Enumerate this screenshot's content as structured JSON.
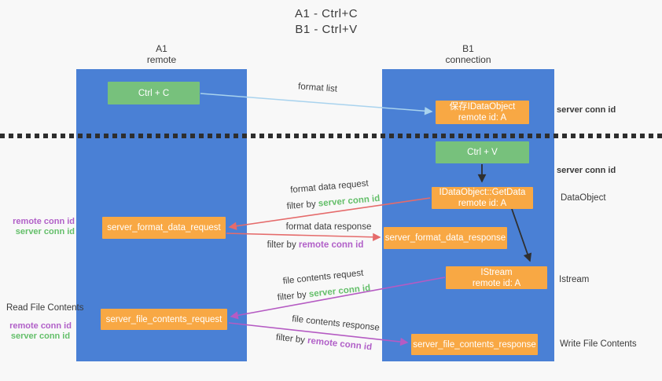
{
  "title": {
    "line1": "A1 - Ctrl+C",
    "line2": "B1 - Ctrl+V"
  },
  "lanes": {
    "left": {
      "id": "A1",
      "name": "remote"
    },
    "right": {
      "id": "B1",
      "name": "connection"
    }
  },
  "nodes": {
    "ctrl_c": {
      "label": "Ctrl + C"
    },
    "save_idataobject": {
      "line1": "保存IDataObject",
      "line2": "remote id: A"
    },
    "ctrl_v": {
      "label": "Ctrl + V"
    },
    "getdata": {
      "line1": "IDataObject::GetData",
      "line2": "remote id: A"
    },
    "format_request": {
      "label": "server_format_data_request"
    },
    "format_response": {
      "label": "server_format_data_response"
    },
    "istream": {
      "line1": "IStream",
      "line2": "remote id: A"
    },
    "file_request": {
      "label": "server_file_contents_request"
    },
    "file_response": {
      "label": "server_file_contents_response"
    }
  },
  "arrow_labels": {
    "format_list": "format list",
    "format_data_request": "format data request",
    "format_data_response": "format data response",
    "file_contents_request": "file contents request",
    "file_contents_response": "file contents response",
    "filter_by": "filter by",
    "server_conn_id": "server conn id",
    "remote_conn_id": "remote conn id"
  },
  "side_labels": {
    "left_top": {
      "remote": "remote conn id",
      "server": "server conn id"
    },
    "read_file_contents": "Read File Contents",
    "left_bottom": {
      "remote": "remote conn id",
      "server": "server conn id"
    },
    "server_conn_id_top": "server conn id",
    "server_conn_id_mid": "server conn id",
    "dataobject": "DataObject",
    "istream": "Istream",
    "write_file_contents": "Write File Contents"
  },
  "colors": {
    "background": "#f8f8f8",
    "lane_blue": "#4a80d5",
    "green_box": "#77c17c",
    "orange_box": "#f8a844",
    "arrow_blue": "#a9d3ee",
    "arrow_red": "#e56b6b",
    "arrow_purple": "#b55bc3",
    "arrow_black": "#2f2f2f",
    "text_green": "#64bf6a",
    "text_purple": "#b160c8",
    "text_dark": "#3b3b3b"
  }
}
